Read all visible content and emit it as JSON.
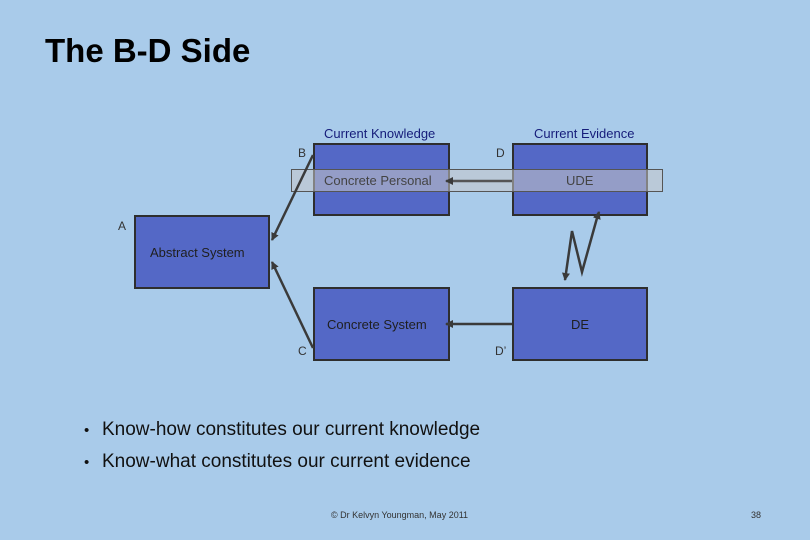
{
  "slide": {
    "title": "The B-D Side",
    "page_number": "38",
    "footer": "© Dr Kelvyn Youngman, May 2011"
  },
  "diagram": {
    "headers": {
      "knowledge": "Current Knowledge",
      "evidence": "Current Evidence"
    },
    "letters": {
      "a": "A",
      "b": "B",
      "c": "C",
      "d": "D",
      "d_prime": "D’"
    },
    "boxes": {
      "abstract_system": "Abstract System",
      "concrete_personal": "Concrete Personal",
      "ude": "UDE",
      "concrete_system": "Concrete System",
      "de": "DE"
    }
  },
  "bullets": [
    "Know-how constitutes our current knowledge",
    "Know-what constitutes our current evidence"
  ],
  "colors": {
    "background": "#a9cbea",
    "box_fill": "#5468c6",
    "arrow": "#3a3a3a"
  }
}
